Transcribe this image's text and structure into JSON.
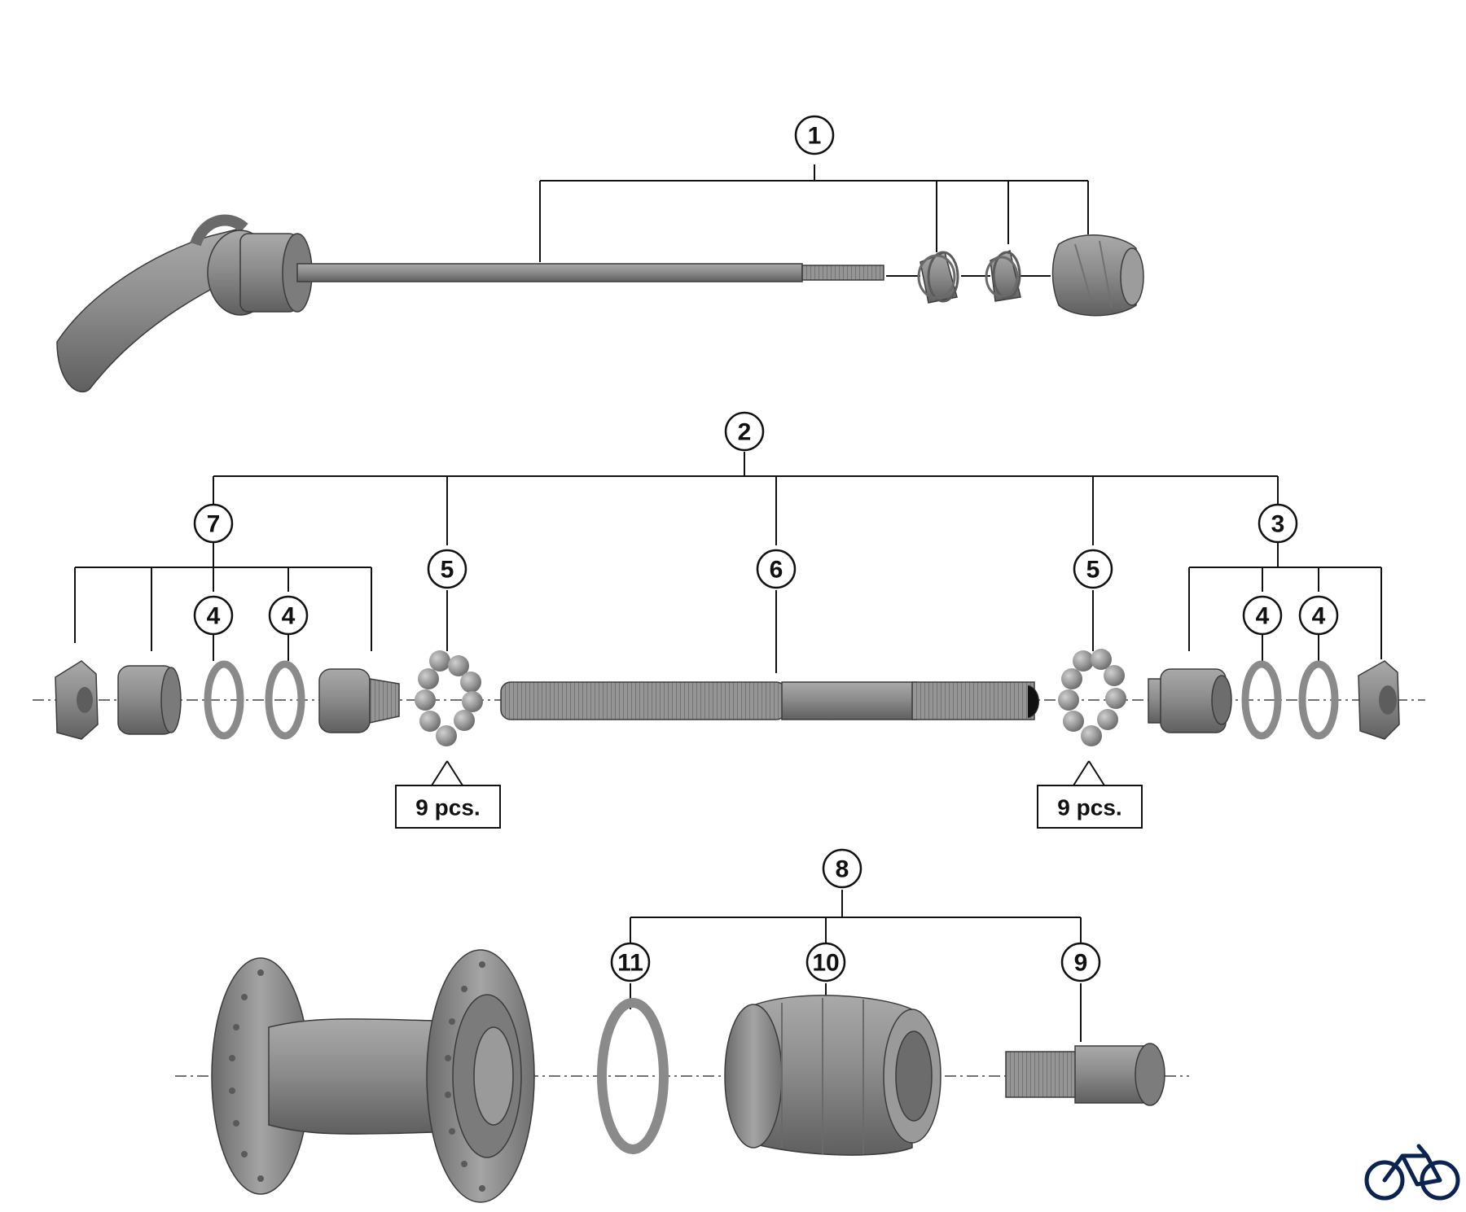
{
  "colors": {
    "part_fill": "#8c8c8c",
    "part_dark": "#5e5e5e",
    "part_light": "#b4b4b4",
    "line": "#111111",
    "logo": "#0b2350"
  },
  "callouts": {
    "c1": "1",
    "c2": "2",
    "c3": "3",
    "c4a": "4",
    "c4b": "4",
    "c4c": "4",
    "c4d": "4",
    "c5a": "5",
    "c5b": "5",
    "c6": "6",
    "c7": "7",
    "c8": "8",
    "c9": "9",
    "c10": "10",
    "c11": "11"
  },
  "quantity_labels": {
    "left": "9 pcs.",
    "right": "9 pcs."
  },
  "icons": [
    "bicycle-icon"
  ]
}
